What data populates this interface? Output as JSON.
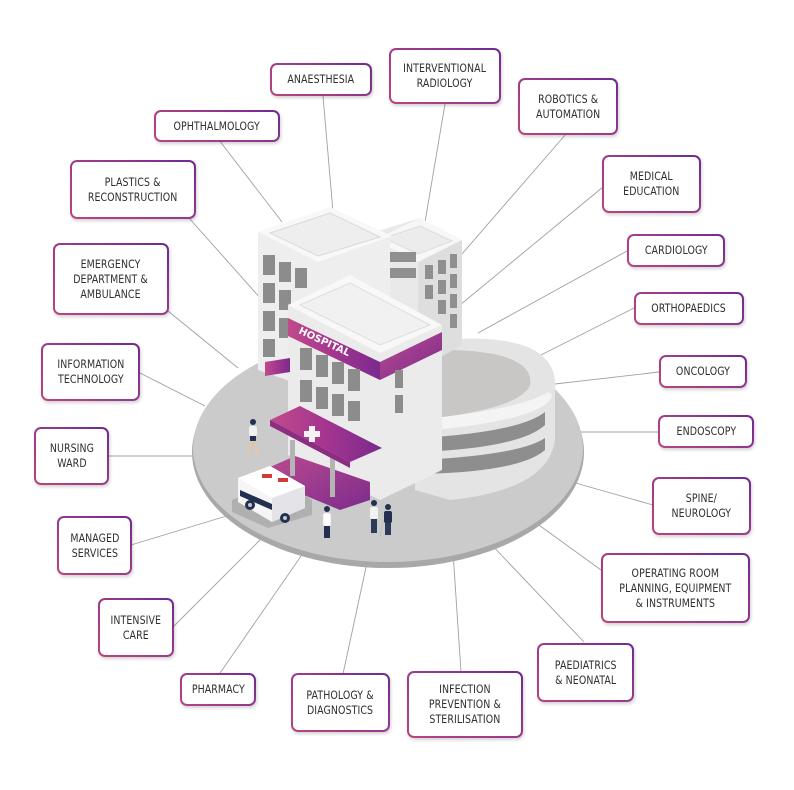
{
  "title": "Hospital departments diagram",
  "colors": {
    "border_start": "#b8457d",
    "border_end": "#6f2a90",
    "text": "#2f2f2f",
    "connector": "#9a9a9a",
    "platform": "#cbcbcb",
    "platform_rim": "#a9a9a9",
    "building": "#ececec",
    "accent_magenta": "#a3358f"
  },
  "building": {
    "sign_text": "HOSPITAL"
  },
  "labels": [
    {
      "id": "anaesthesia",
      "text": "ANAESTHESIA"
    },
    {
      "id": "interventional-radiology",
      "text": "INTERVENTIONAL\nRADIOLOGY"
    },
    {
      "id": "robotics-automation",
      "text": "ROBOTICS &\nAUTOMATION"
    },
    {
      "id": "ophthalmology",
      "text": "OPHTHALMOLOGY"
    },
    {
      "id": "medical-education",
      "text": "MEDICAL\nEDUCATION"
    },
    {
      "id": "plastics-reconstruction",
      "text": "PLASTICS &\nRECONSTRUCTION"
    },
    {
      "id": "cardiology",
      "text": "CARDIOLOGY"
    },
    {
      "id": "emergency-department-ambulance",
      "text": "EMERGENCY\nDEPARTMENT &\nAMBULANCE"
    },
    {
      "id": "orthopaedics",
      "text": "ORTHOPAEDICS"
    },
    {
      "id": "information-technology",
      "text": "INFORMATION\nTECHNOLOGY"
    },
    {
      "id": "oncology",
      "text": "ONCOLOGY"
    },
    {
      "id": "endoscopy",
      "text": "ENDOSCOPY"
    },
    {
      "id": "nursing-ward",
      "text": "NURSING\nWARD"
    },
    {
      "id": "spine-neurology",
      "text": "SPINE/\nNEUROLOGY"
    },
    {
      "id": "managed-services",
      "text": "MANAGED\nSERVICES"
    },
    {
      "id": "operating-room",
      "text": "OPERATING ROOM\nPLANNING, EQUIPMENT\n& INSTRUMENTS"
    },
    {
      "id": "intensive-care",
      "text": "INTENSIVE\nCARE"
    },
    {
      "id": "paediatrics-neonatal",
      "text": "PAEDIATRICS\n& NEONATAL"
    },
    {
      "id": "pharmacy",
      "text": "PHARMACY"
    },
    {
      "id": "pathology-diagnostics",
      "text": "PATHOLOGY &\nDIAGNOSTICS"
    },
    {
      "id": "infection-prevention",
      "text": "INFECTION\nPREVENTION &\nSTERILISATION"
    }
  ]
}
